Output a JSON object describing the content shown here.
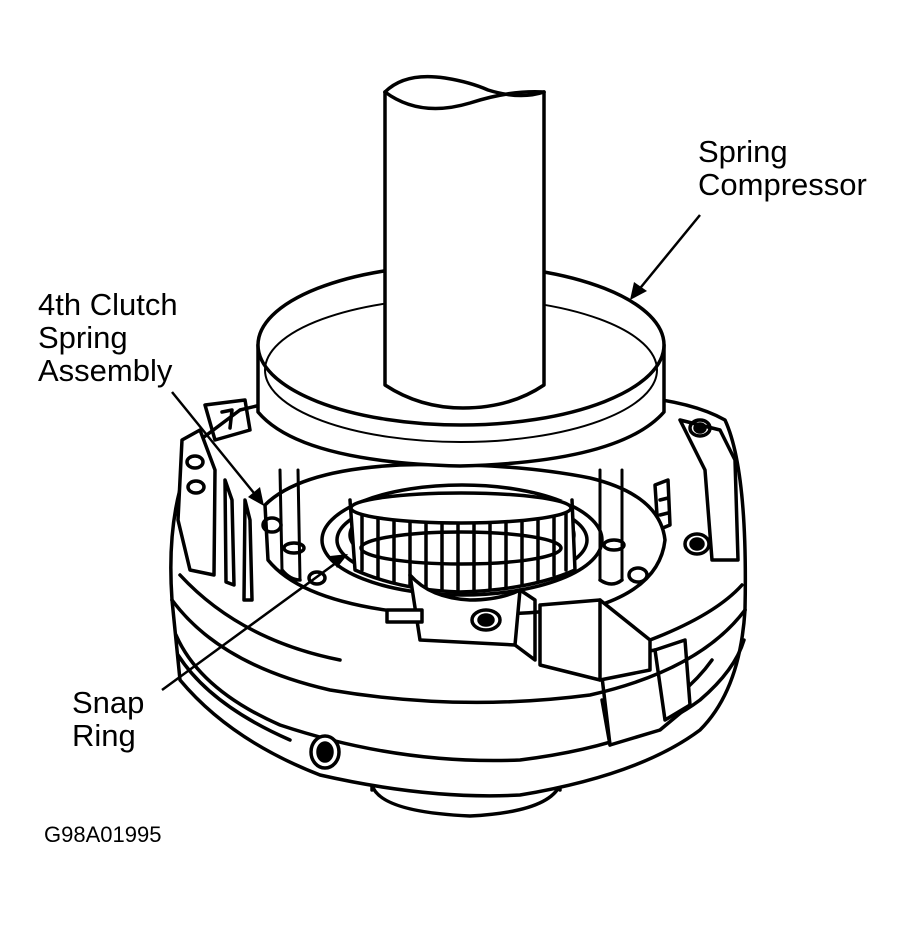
{
  "labels": {
    "spring_compressor": [
      "Spring",
      "Compressor"
    ],
    "spring_assembly": [
      "4th Clutch",
      "Spring",
      "Assembly"
    ],
    "snap_ring": [
      "Snap",
      "Ring"
    ]
  },
  "figure_id": "G98A01995",
  "colors": {
    "ink": "#000000",
    "paper": "#ffffff"
  }
}
